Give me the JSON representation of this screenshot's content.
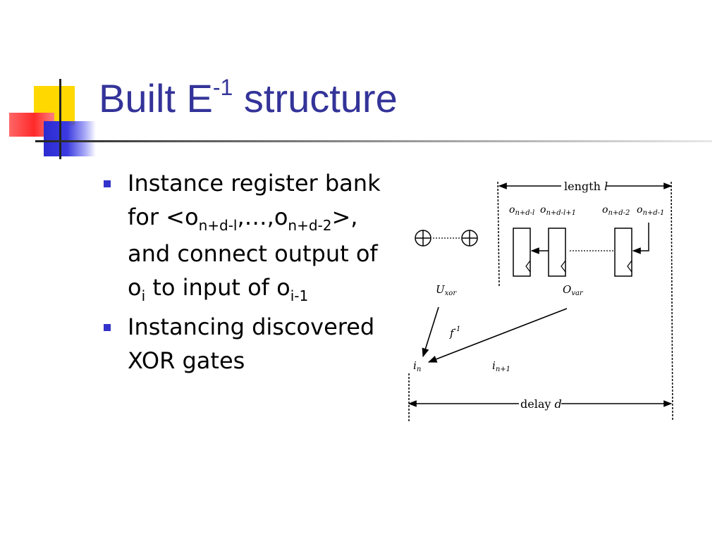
{
  "slide": {
    "title": {
      "main": "Built E",
      "sup": "-1",
      "rest": " structure"
    },
    "bullets": [
      {
        "parts": {
          "t1": "Instance register bank for <o",
          "s1": "n+d-l",
          "t2": ",…,o",
          "s2": "n+d-2",
          "t3": ">, and connect output of o",
          "s3": "i",
          "t4": " to input of o",
          "s4": "i-1"
        }
      },
      {
        "text": "Instancing discovered XOR gates"
      }
    ]
  },
  "diagram": {
    "length_label": {
      "word": "length",
      "var": "l"
    },
    "delay_label": {
      "word": "delay",
      "var": "d"
    },
    "registers": [
      {
        "base": "o",
        "sub": "n+d-l"
      },
      {
        "base": "o",
        "sub": "n+d-l+1"
      },
      {
        "base": "o",
        "sub": "n+d-2"
      },
      {
        "base": "o",
        "sub": "n+d-1"
      }
    ],
    "u_xor": {
      "base": "U",
      "sub": "xor"
    },
    "o_var": {
      "base": "O",
      "sub": "var"
    },
    "f_inv": {
      "base": "f",
      "sup": "-1"
    },
    "i_n": {
      "base": "i",
      "sub": "n"
    },
    "i_n1": {
      "base": "i",
      "sub": "n+1"
    },
    "colors": {
      "title": "#333399",
      "bullet": "#3333cc",
      "accent_yellow": "#ffd800",
      "accent_red": "#ff3333",
      "accent_blue": "#3333cc"
    }
  }
}
